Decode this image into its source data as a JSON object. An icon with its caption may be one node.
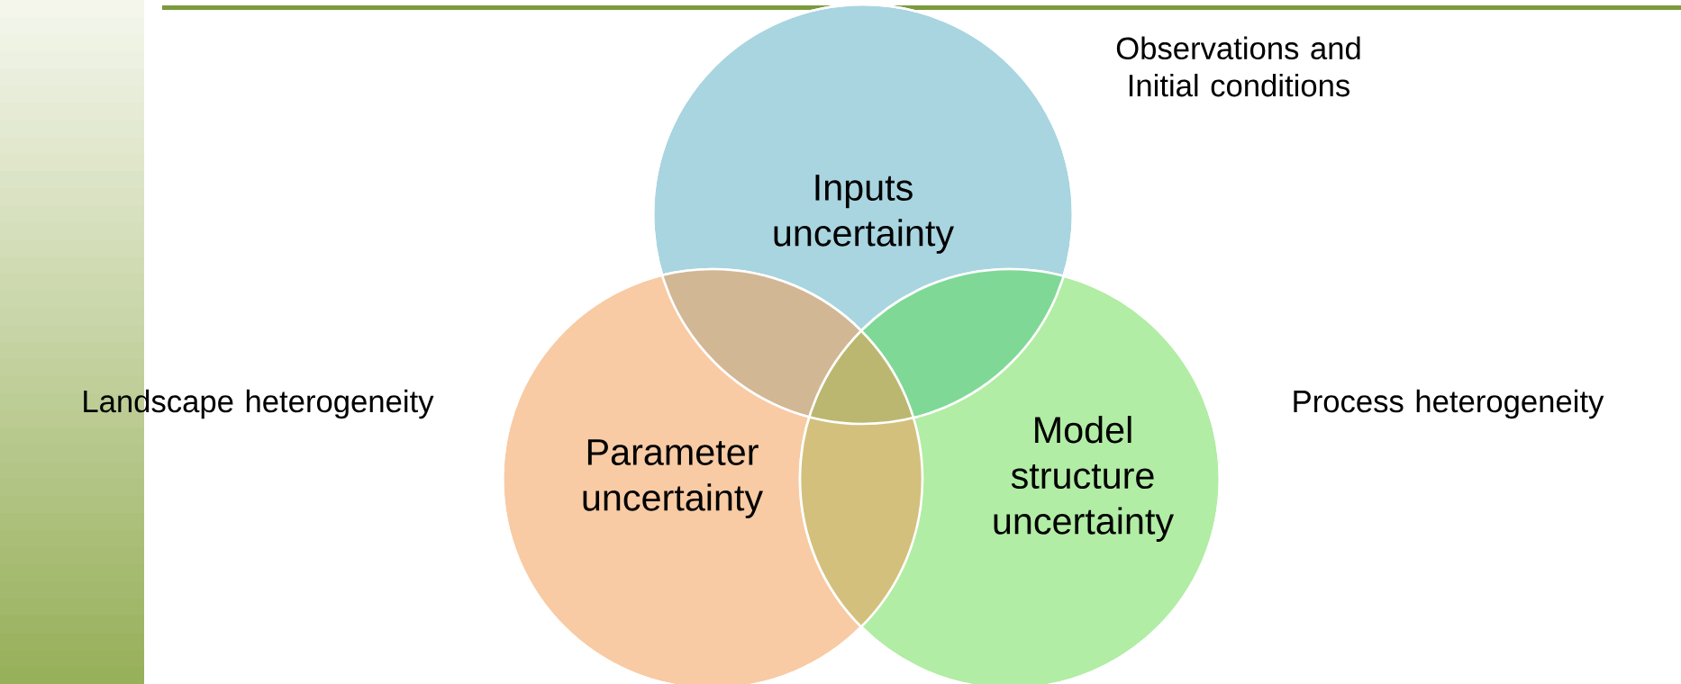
{
  "diagram": {
    "nodes": [
      {
        "text": [
          "Inputs uncertainty"
        ]
      },
      {
        "text": [
          "Parameter uncertainty"
        ]
      },
      {
        "text": [
          "Model structure uncertainty"
        ]
      }
    ],
    "labels": [
      "Observations and Initial conditions",
      "Landscape heterogeneity",
      "Process heterogeneity"
    ]
  }
}
